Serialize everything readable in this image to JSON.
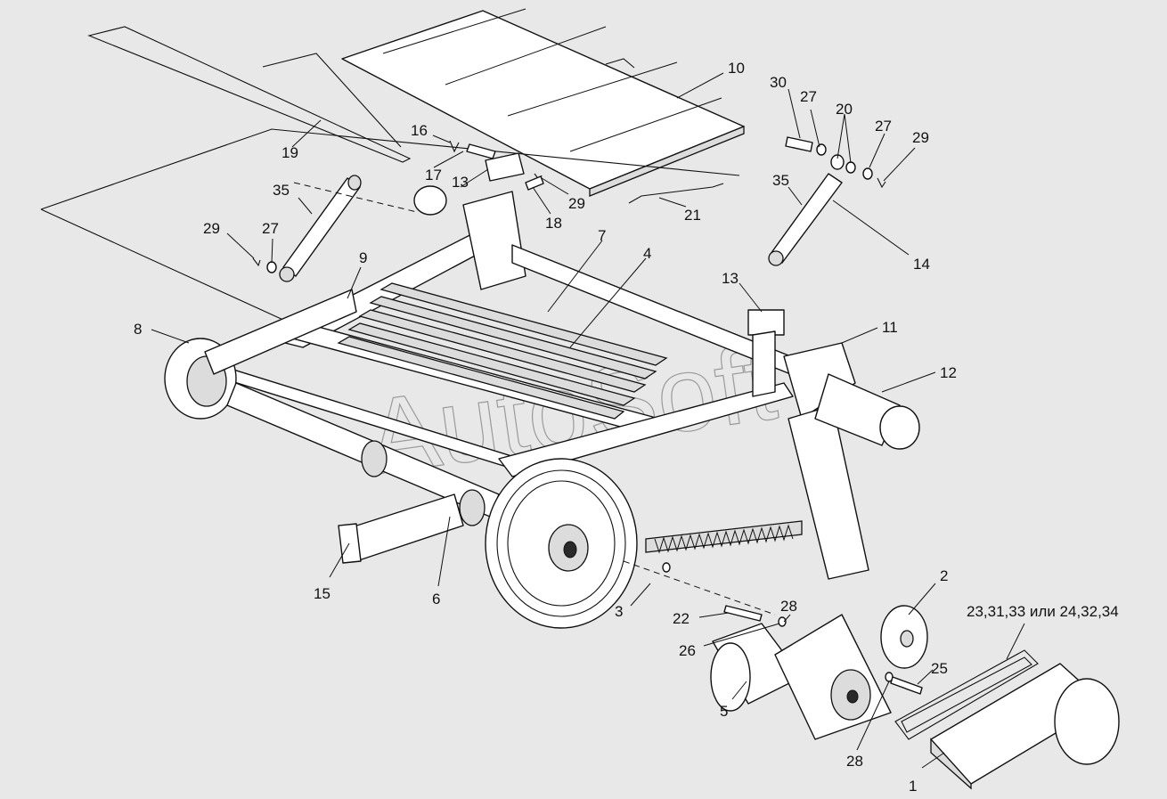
{
  "watermark": "AutoSoft",
  "callouts": [
    {
      "id": "c1",
      "label": "1"
    },
    {
      "id": "c2",
      "label": "2"
    },
    {
      "id": "c3",
      "label": "3"
    },
    {
      "id": "c4",
      "label": "4"
    },
    {
      "id": "c5",
      "label": "5"
    },
    {
      "id": "c6",
      "label": "6"
    },
    {
      "id": "c7",
      "label": "7"
    },
    {
      "id": "c8",
      "label": "8"
    },
    {
      "id": "c9",
      "label": "9"
    },
    {
      "id": "c10",
      "label": "10"
    },
    {
      "id": "c11",
      "label": "11"
    },
    {
      "id": "c12",
      "label": "12"
    },
    {
      "id": "c13a",
      "label": "13"
    },
    {
      "id": "c13b",
      "label": "13"
    },
    {
      "id": "c14",
      "label": "14"
    },
    {
      "id": "c15",
      "label": "15"
    },
    {
      "id": "c16",
      "label": "16"
    },
    {
      "id": "c17",
      "label": "17"
    },
    {
      "id": "c18",
      "label": "18"
    },
    {
      "id": "c19",
      "label": "19"
    },
    {
      "id": "c20",
      "label": "20"
    },
    {
      "id": "c21",
      "label": "21"
    },
    {
      "id": "c22",
      "label": "22"
    },
    {
      "id": "c23",
      "label": "23,31,33 или 24,32,34"
    },
    {
      "id": "c25",
      "label": "25"
    },
    {
      "id": "c26",
      "label": "26"
    },
    {
      "id": "c27a",
      "label": "27"
    },
    {
      "id": "c27b",
      "label": "27"
    },
    {
      "id": "c27c",
      "label": "27"
    },
    {
      "id": "c28a",
      "label": "28"
    },
    {
      "id": "c28b",
      "label": "28"
    },
    {
      "id": "c29a",
      "label": "29"
    },
    {
      "id": "c29b",
      "label": "29"
    },
    {
      "id": "c29c",
      "label": "29"
    },
    {
      "id": "c30",
      "label": "30"
    },
    {
      "id": "c35a",
      "label": "35"
    },
    {
      "id": "c35b",
      "label": "35"
    },
    {
      "id": "c3b",
      "label": ""
    }
  ]
}
